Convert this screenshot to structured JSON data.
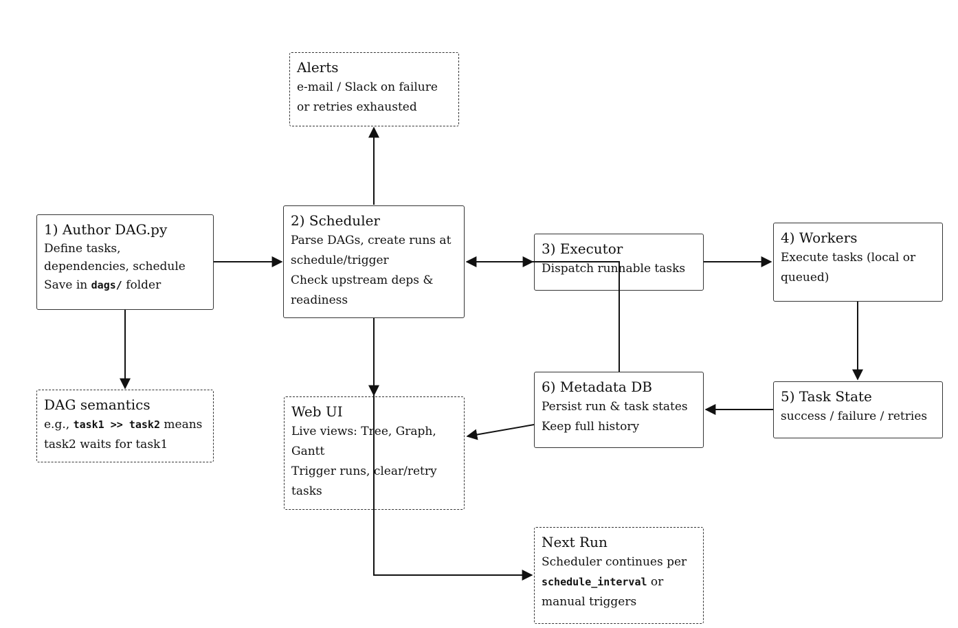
{
  "nodes": {
    "author": {
      "title": "1) Author DAG.py",
      "line1": "Define tasks, dependencies, schedule",
      "line2_pre": "Save in ",
      "line2_code": "dags/",
      "line2_post": " folder"
    },
    "semantics": {
      "title": "DAG semantics",
      "pre": "e.g., ",
      "code1": "task1",
      "op": " >> ",
      "code2": "task2",
      "post": " means task2 waits for task1"
    },
    "alerts": {
      "title": "Alerts",
      "line1": "e-mail / Slack on failure or retries exhausted"
    },
    "scheduler": {
      "title": "2) Scheduler",
      "line1": "Parse DAGs, create runs at schedule/trigger",
      "line2": "Check upstream deps & readiness"
    },
    "webui": {
      "title": "Web UI",
      "line1": "Live views: Tree, Graph, Gantt",
      "line2": "Trigger runs, clear/retry tasks"
    },
    "executor": {
      "title": "3) Executor",
      "line1": "Dispatch runnable tasks"
    },
    "metadata": {
      "title": "6) Metadata DB",
      "line1": "Persist run & task states",
      "line2": "Keep full history"
    },
    "nextrun": {
      "title": "Next Run",
      "line1": "Scheduler continues per",
      "code": "schedule_interval",
      "line2_post": " or manual triggers"
    },
    "workers": {
      "title": "4) Workers",
      "line1": "Execute tasks (local or queued)"
    },
    "taskstate": {
      "title": "5) Task State",
      "line1": "success / failure / retries"
    }
  }
}
